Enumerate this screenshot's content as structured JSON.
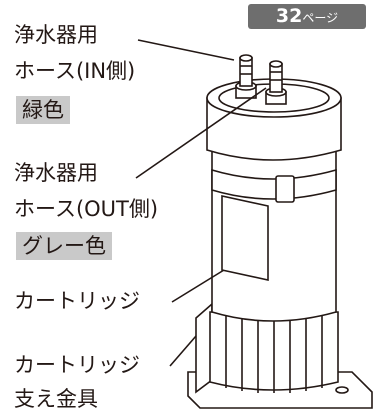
{
  "page_ref": {
    "number": "32",
    "suffix": "ページ"
  },
  "labels": {
    "hose_in": {
      "line1": "浄水器用",
      "line2": "ホース(IN側)",
      "color": "緑色"
    },
    "hose_out": {
      "line1": "浄水器用",
      "line2": "ホース(OUT側)",
      "color": "グレー色"
    },
    "cartridge": "カートリッジ",
    "bracket": {
      "line1": "カートリッジ",
      "line2": "支え金具"
    }
  }
}
